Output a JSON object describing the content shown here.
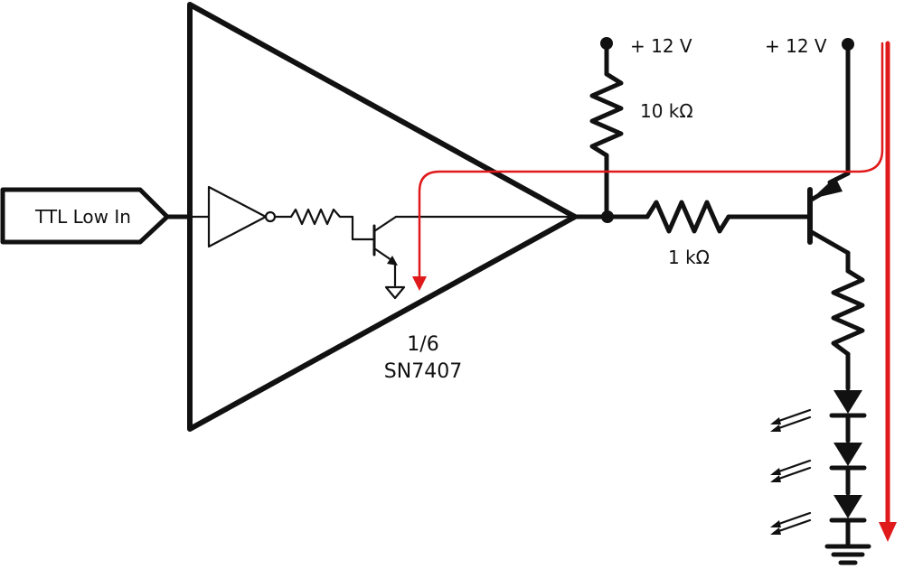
{
  "input": {
    "label": "TTL Low In"
  },
  "gate": {
    "fraction": "1/6",
    "part": "SN7407"
  },
  "supply": {
    "left": "+ 12 V",
    "right": "+ 12 V"
  },
  "resistors": {
    "pullup": "10 kΩ",
    "base": "1 kΩ"
  },
  "colors": {
    "wire": "#111111",
    "current_flow": "#e0191a"
  }
}
